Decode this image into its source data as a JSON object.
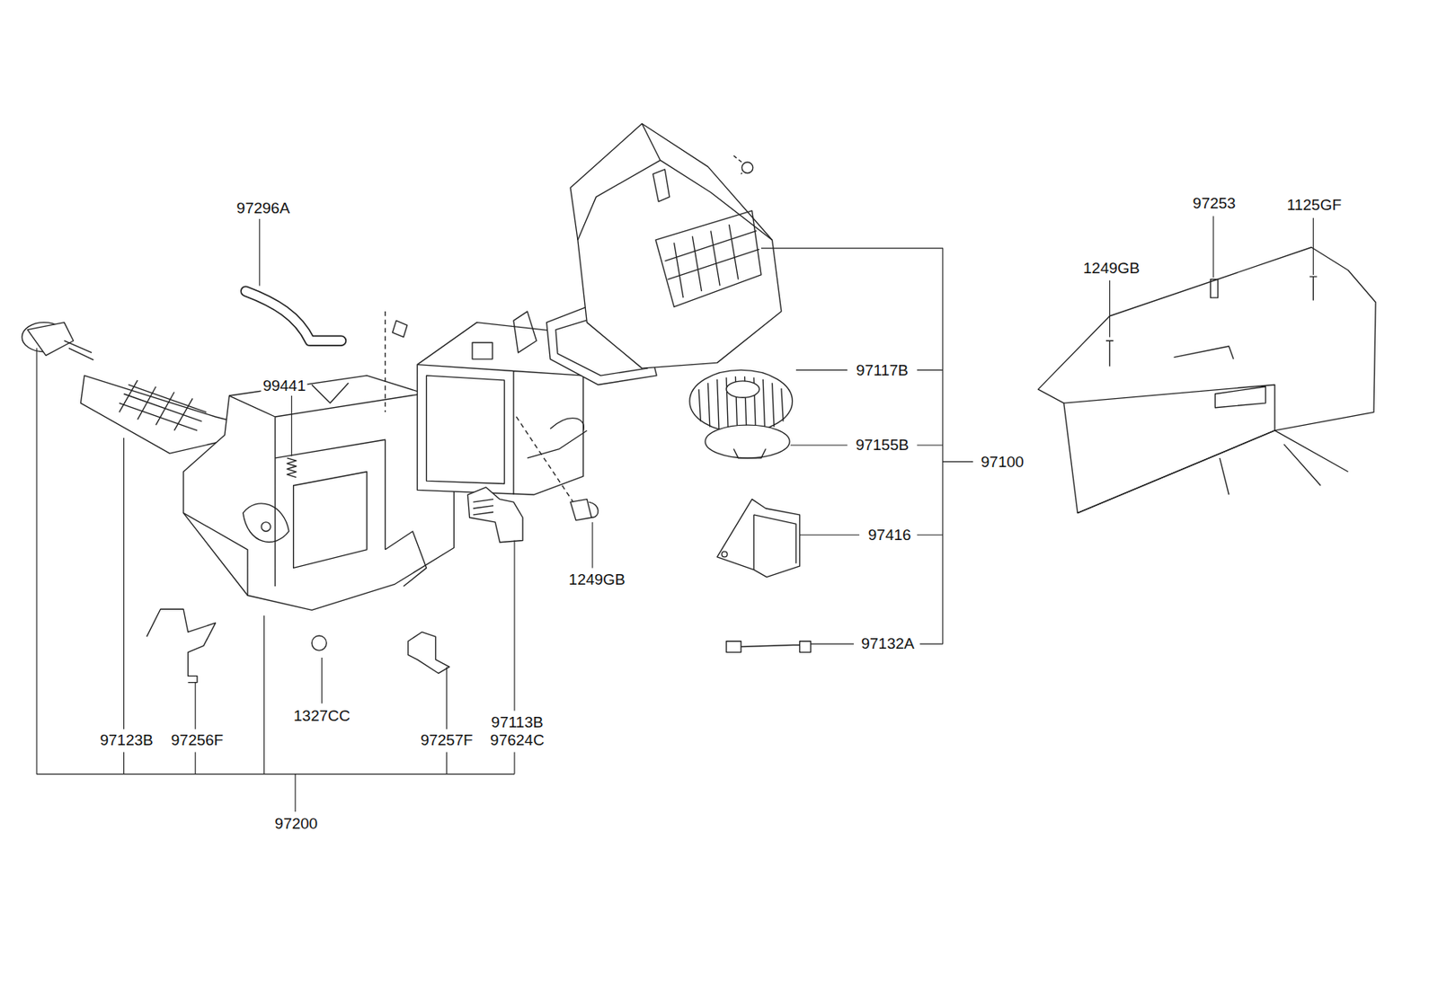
{
  "diagram": {
    "labels": [
      "97296A",
      "99441",
      "1249GB",
      "97253",
      "1125GF",
      "97117B",
      "97155B",
      "97100",
      "97416",
      "1249GB",
      "97132A",
      "1327CC",
      "97113B",
      "97624C",
      "97123B",
      "97256F",
      "97257F",
      "97200"
    ]
  }
}
